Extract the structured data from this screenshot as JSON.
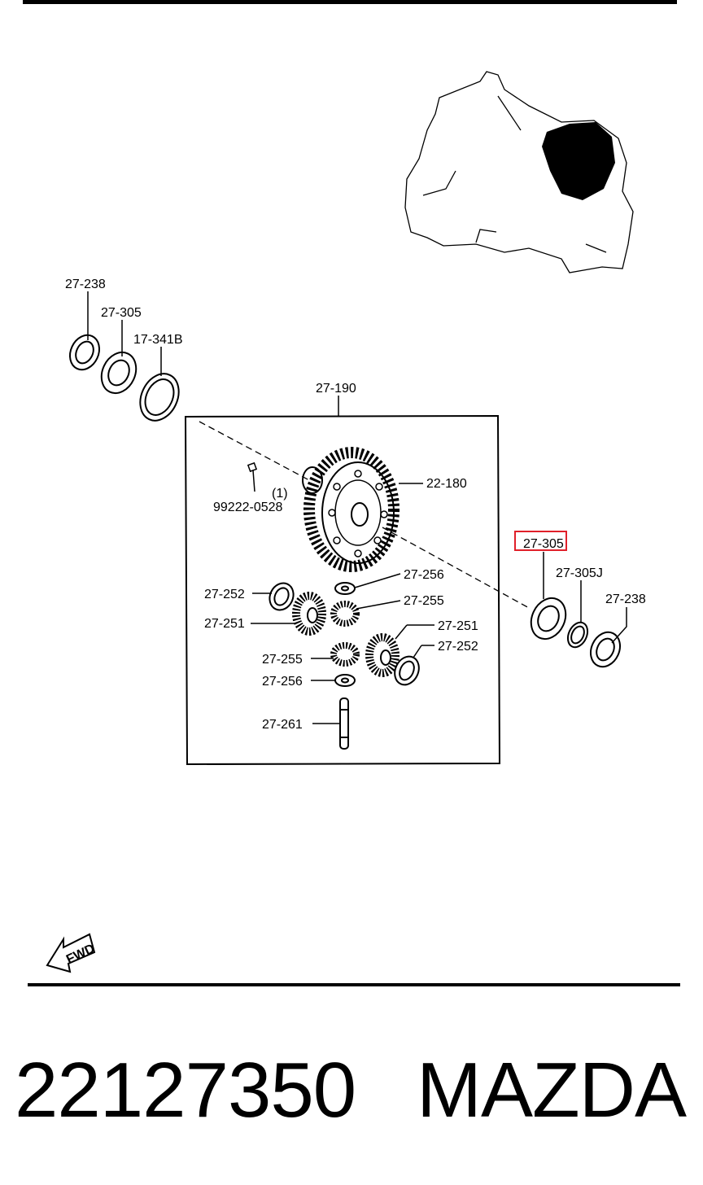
{
  "labels": {
    "c_238_left": "27-238",
    "c_305_left": "27-305",
    "c_341b": "17-341B",
    "c_190": "27-190",
    "c_180": "22-180",
    "c_99222": "99222-0528",
    "c_qty": "(1)",
    "c_305_highlight": "27-305",
    "c_305j": "27-305J",
    "c_238_right": "27-238",
    "c_252_a": "27-252",
    "c_256_a": "27-256",
    "c_255_a": "27-255",
    "c_251_a": "27-251",
    "c_251_b": "27-251",
    "c_252_b": "27-252",
    "c_255_b": "27-255",
    "c_256_b": "27-256",
    "c_261": "27-261"
  },
  "fwd_label": "FWD",
  "highlight_color": "#e0202a",
  "part_number": "22127350",
  "brand": "MAZDA"
}
